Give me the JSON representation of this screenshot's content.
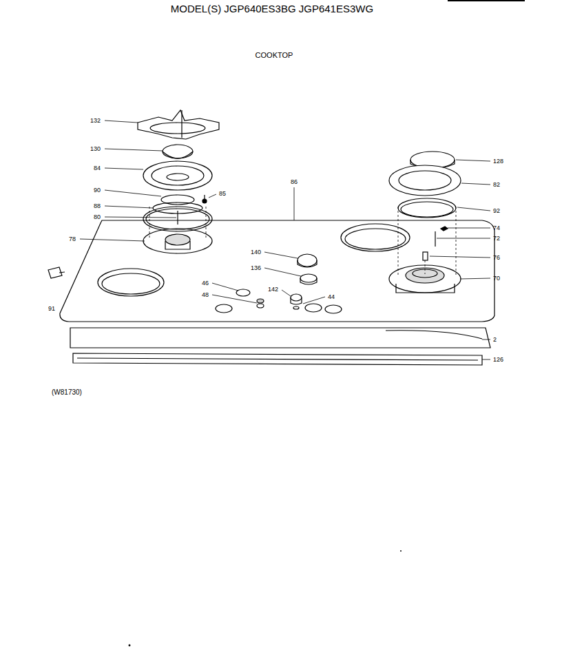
{
  "diagram": {
    "title": "MODEL(S) JGP640ES3BG  JGP641ES3WG",
    "labels": [
      "COOKTOP",
      "132",
      "130",
      "84",
      "90",
      "85",
      "88",
      "80",
      "78",
      "86",
      "128",
      "82",
      "92",
      "74",
      "72",
      "76",
      "70",
      "140",
      "136",
      "142",
      "46",
      "48",
      "44",
      "91",
      "2",
      "126",
      "(W81730)"
    ]
  }
}
